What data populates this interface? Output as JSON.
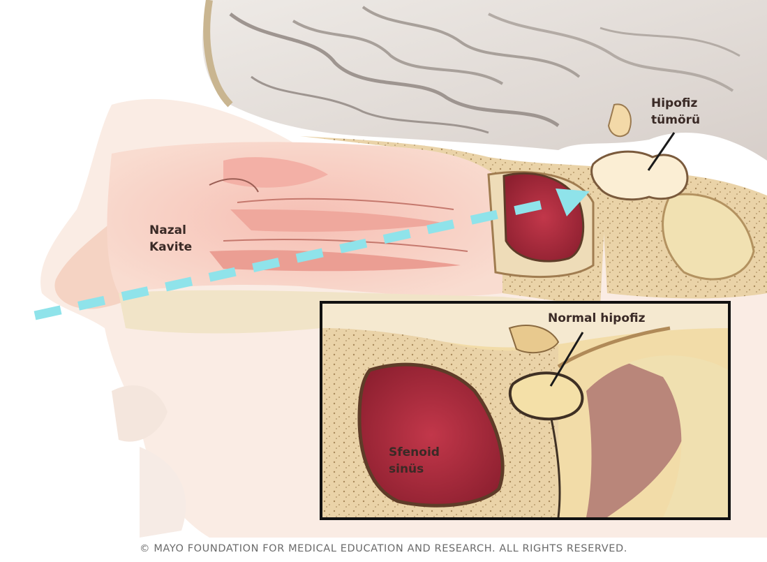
{
  "labels": {
    "tumor": [
      "Hipofiz",
      "tümörü"
    ],
    "nasal": [
      "Nazal",
      "Kavite"
    ],
    "normal": "Normal hipofiz",
    "sinus": [
      "Sfenoid",
      "sinüs"
    ]
  },
  "copyright": "© MAYO FOUNDATION FOR MEDICAL EDUCATION AND RESEARCH. ALL RIGHTS RESERVED.",
  "colors": {
    "arrow": "#8fe3ea",
    "skin": "#f3c2b6",
    "bone": "#e8d2a6",
    "brain": "#e4dfdb",
    "sinus": "#b94756"
  }
}
